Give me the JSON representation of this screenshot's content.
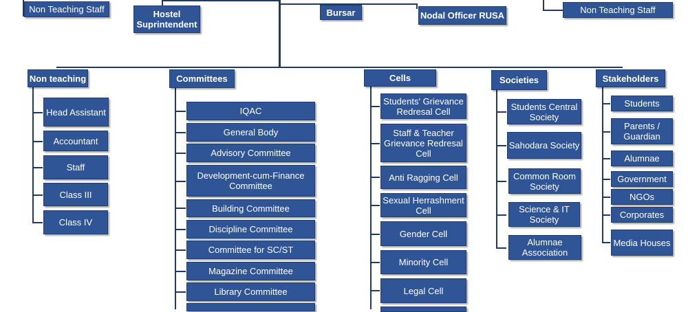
{
  "top_row": {
    "non_teaching_staff_left": "Non Teaching Staff",
    "hostel_superintendent": "Hostel Suprintendent",
    "bursar": "Bursar",
    "nodal_officer": "Nodal Officer RUSA",
    "non_teaching_staff_right": "Non Teaching Staff"
  },
  "columns": {
    "non_teaching": {
      "title": "Non teaching",
      "items": [
        "Head Assistant",
        "Accountant",
        "Staff",
        "Class III",
        "Class IV"
      ]
    },
    "committees": {
      "title": "Committees",
      "items": [
        "IQAC",
        "General Body",
        "Advisory Committee",
        "Development-cum-Finance Committee",
        "Building Committee",
        "Discipline Committee",
        "Committee for SC/ST",
        "Magazine Committee",
        "Library Committee"
      ]
    },
    "cells": {
      "title": "Cells",
      "items": [
        "Students' Grievance Redresal Cell",
        "Staff & Teacher Grievance  Redresal Cell",
        "Anti Ragging Cell",
        "Sexual Herrashment Cell",
        "Gender Cell",
        "Minority Cell",
        "Legal Cell"
      ]
    },
    "societies": {
      "title": "Societies",
      "items": [
        "Students Central Society",
        "Sahodara Society",
        "Common Room Society",
        "Science & IT Society",
        "Alumnae Association"
      ]
    },
    "stakeholders": {
      "title": "Stakeholders",
      "items": [
        "Students",
        "Parents / Guardian",
        "Alumnae",
        "Government",
        "NGOs",
        "Corporates",
        "Media Houses"
      ]
    }
  },
  "colors": {
    "box_fill": "#2f5597",
    "box_border": "#1f3d73",
    "connector": "#1f3864",
    "text": "#ffffff"
  }
}
